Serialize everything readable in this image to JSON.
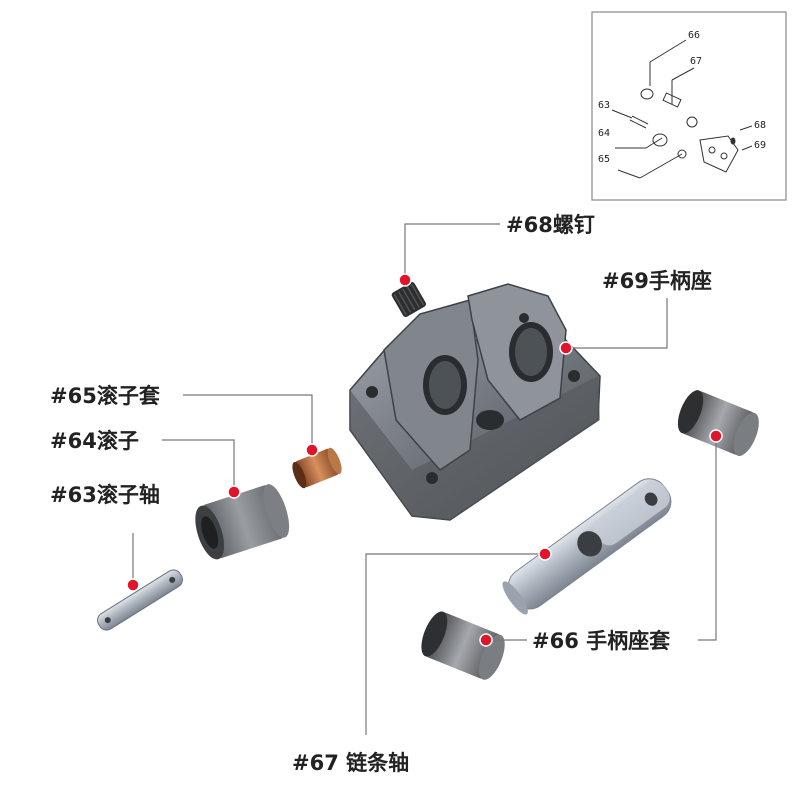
{
  "colors": {
    "marker": "#e0142a",
    "leader": "#777777",
    "text": "#222222"
  },
  "inset": {
    "labels": [
      "66",
      "67",
      "63",
      "64",
      "68",
      "65",
      "69"
    ]
  },
  "parts": [
    {
      "id": "68",
      "label": "#68螺钉",
      "icon": "set-screw-icon"
    },
    {
      "id": "69",
      "label": "#69手柄座",
      "icon": "handle-base-icon"
    },
    {
      "id": "65",
      "label": "#65滚子套",
      "icon": "roller-sleeve-icon"
    },
    {
      "id": "64",
      "label": "#64滚子",
      "icon": "roller-icon"
    },
    {
      "id": "63",
      "label": "#63滚子轴",
      "icon": "roller-shaft-icon"
    },
    {
      "id": "66",
      "label": "#66 手柄座套",
      "icon": "handle-base-sleeve-icon"
    },
    {
      "id": "67",
      "label": "#67 链条轴",
      "icon": "chain-shaft-icon"
    }
  ]
}
